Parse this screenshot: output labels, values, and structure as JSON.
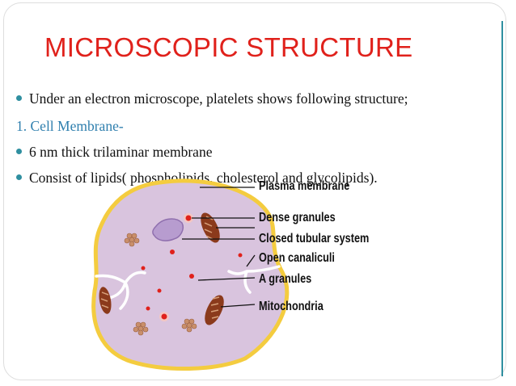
{
  "slide": {
    "title": "MICROSCOPIC STRUCTURE",
    "bullets": [
      "Under an electron microscope, platelets shows following structure;",
      "1. Cell Membrane-",
      "6 nm thick trilaminar membrane",
      "Consist of lipids( phospholipids, cholesterol and glycolipids)."
    ]
  },
  "diagram": {
    "labels": [
      "Plasma membrane",
      "Dense granules",
      "Closed tubular system",
      "Open canaliculi",
      "A granules",
      "Mitochondria"
    ]
  },
  "colors": {
    "title": "#e0211b",
    "bullet": "#2f8fa0",
    "numbered": "#2f7fae",
    "cytoplasm": "#d9c4de",
    "membrane": "#f4cc3f"
  }
}
